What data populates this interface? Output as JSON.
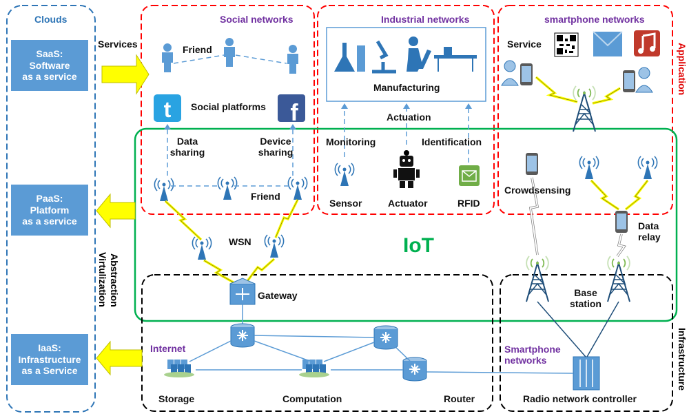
{
  "colors": {
    "cloud_blue": "#5b9bd5",
    "red": "#ff0000",
    "green": "#00b050",
    "purple": "#7030a0",
    "dark_blue": "#2e75b6",
    "lightning": "#ffff00"
  },
  "clouds": {
    "title": "Clouds",
    "saas": {
      "abbr": "SaaS:",
      "line1": "Software",
      "line2": "as a service"
    },
    "paas": {
      "abbr": "PaaS:",
      "line1": "Platform",
      "line2": "as a service"
    },
    "iaas": {
      "abbr": "IaaS:",
      "line1": "Infrastructure",
      "line2": "as a Service"
    },
    "services_label": "Services",
    "abstraction_label": "Abstraction",
    "virtulization_label": "Virtulization"
  },
  "social": {
    "title": "Social networks",
    "friend_top": "Friend",
    "social_platforms": "Social platforms",
    "data_sharing_1": "Data",
    "data_sharing_2": "sharing",
    "device_sharing_1": "Device",
    "device_sharing_2": "sharing",
    "friend_bottom": "Friend",
    "wsn": "WSN",
    "twitter_icon": "twitter-icon",
    "facebook_icon": "facebook-icon"
  },
  "industrial": {
    "title": "Industrial networks",
    "manufacturing": "Manufacturing",
    "actuation": "Actuation",
    "monitoring": "Monitoring",
    "identification": "Identification",
    "sensor": "Sensor",
    "actuator": "Actuator",
    "rfid": "RFID"
  },
  "smartphone": {
    "title": "smartphone networks",
    "service": "Service",
    "crowdsensing": "Crowdsensing",
    "data_relay_1": "Data",
    "data_relay_2": "relay"
  },
  "side_labels": {
    "application": "Application",
    "infrastructure": "Infrastructure"
  },
  "iot": "IoT",
  "infra": {
    "gateway": "Gateway",
    "internet": "Internet",
    "storage": "Storage",
    "computation": "Computation",
    "router": "Router",
    "smartphone_networks_1": "Smartphone",
    "smartphone_networks_2": "networks",
    "base_station_1": "Base",
    "base_station_2": "station",
    "rnc": "Radio network controller"
  }
}
